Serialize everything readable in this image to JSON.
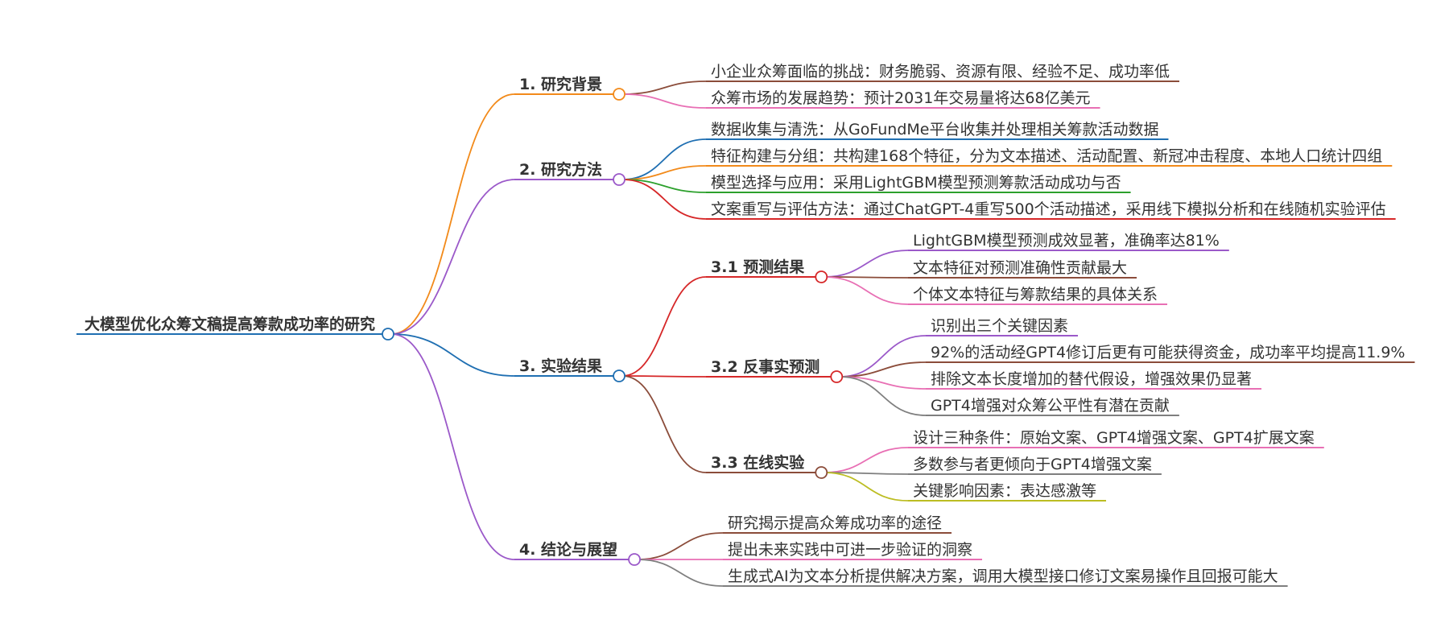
{
  "mindmap": {
    "root": {
      "label": "大模型优化众筹文稿提高筹款成功率的研究",
      "color": "#1f6fb2"
    },
    "branches": [
      {
        "label": "1. 研究背景",
        "color": "#f28a1a",
        "children": [
          {
            "label": "小企业众筹面临的挑战：财务脆弱、资源有限、经验不足、成功率低",
            "color": "#8b4c3a"
          },
          {
            "label": "众筹市场的发展趋势：预计2031年交易量将达68亿美元",
            "color": "#e86fb4"
          }
        ]
      },
      {
        "label": "2. 研究方法",
        "color": "#9b59c9",
        "children": [
          {
            "label": "数据收集与清洗：从GoFundMe平台收集并处理相关筹款活动数据",
            "color": "#1f6fb2"
          },
          {
            "label": "特征构建与分组：共构建168个特征，分为文本描述、活动配置、新冠冲击程度、本地人口统计四组",
            "color": "#f28a1a"
          },
          {
            "label": "模型选择与应用：采用LightGBM模型预测筹款活动成功与否",
            "color": "#2ca02c"
          },
          {
            "label": "文案重写与评估方法：通过ChatGPT-4重写500个活动描述，采用线下模拟分析和在线随机实验评估",
            "color": "#d62728"
          }
        ]
      },
      {
        "label": "3. 实验结果",
        "color": "#1f6fb2",
        "children": [
          {
            "label": "3.1 预测结果",
            "color": "#d62728",
            "children": [
              {
                "label": "LightGBM模型预测成效显著，准确率达81%",
                "color": "#9b59c9"
              },
              {
                "label": "文本特征对预测准确性贡献最大",
                "color": "#8b4c3a"
              },
              {
                "label": "个体文本特征与筹款结果的具体关系",
                "color": "#e86fb4"
              }
            ]
          },
          {
            "label": "3.2 反事实预测",
            "color": "#d62728",
            "children": [
              {
                "label": "识别出三个关键因素",
                "color": "#9b59c9"
              },
              {
                "label": "92%的活动经GPT4修订后更有可能获得资金，成功率平均提高11.9%",
                "color": "#8b4c3a"
              },
              {
                "label": "排除文本长度增加的替代假设，增强效果仍显著",
                "color": "#e86fb4"
              },
              {
                "label": "GPT4增强对众筹公平性有潜在贡献",
                "color": "#7f7f7f"
              }
            ]
          },
          {
            "label": "3.3 在线实验",
            "color": "#8b4c3a",
            "children": [
              {
                "label": "设计三种条件：原始文案、GPT4增强文案、GPT4扩展文案",
                "color": "#e86fb4"
              },
              {
                "label": "多数参与者更倾向于GPT4增强文案",
                "color": "#7f7f7f"
              },
              {
                "label": "关键影响因素：表达感激等",
                "color": "#bcbd22"
              }
            ]
          }
        ]
      },
      {
        "label": "4. 结论与展望",
        "color": "#9b59c9",
        "children": [
          {
            "label": "研究揭示提高众筹成功率的途径",
            "color": "#8b4c3a"
          },
          {
            "label": "提出未来实践中可进一步验证的洞察",
            "color": "#e86fb4"
          },
          {
            "label": "生成式AI为文本分析提供解决方案，调用大模型接口修订文案易操作且回报可能大",
            "color": "#7f7f7f"
          }
        ]
      }
    ]
  }
}
